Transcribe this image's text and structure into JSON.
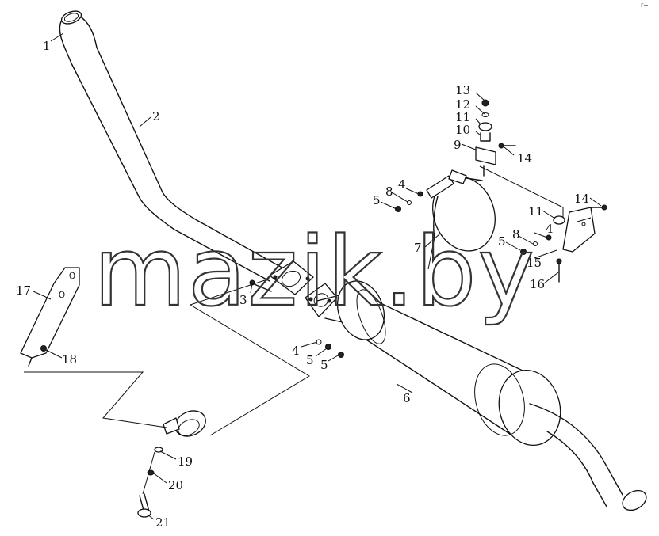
{
  "watermark": "mazik.by",
  "corner_mark": "r~",
  "callouts": [
    {
      "id": "c1",
      "label": "1"
    },
    {
      "id": "c2",
      "label": "2"
    },
    {
      "id": "c3",
      "label": "3"
    },
    {
      "id": "c4a",
      "label": "4"
    },
    {
      "id": "c4b",
      "label": "4"
    },
    {
      "id": "c4c",
      "label": "4"
    },
    {
      "id": "c5a",
      "label": "5"
    },
    {
      "id": "c5b",
      "label": "5"
    },
    {
      "id": "c5c",
      "label": "5"
    },
    {
      "id": "c5d",
      "label": "5"
    },
    {
      "id": "c6",
      "label": "6"
    },
    {
      "id": "c7",
      "label": "7"
    },
    {
      "id": "c8a",
      "label": "8"
    },
    {
      "id": "c8b",
      "label": "8"
    },
    {
      "id": "c9",
      "label": "9"
    },
    {
      "id": "c10",
      "label": "10"
    },
    {
      "id": "c11a",
      "label": "11"
    },
    {
      "id": "c11b",
      "label": "11"
    },
    {
      "id": "c12",
      "label": "12"
    },
    {
      "id": "c13",
      "label": "13"
    },
    {
      "id": "c14a",
      "label": "14"
    },
    {
      "id": "c14b",
      "label": "14"
    },
    {
      "id": "c15",
      "label": "15"
    },
    {
      "id": "c16",
      "label": "16"
    },
    {
      "id": "c17",
      "label": "17"
    },
    {
      "id": "c18",
      "label": "18"
    },
    {
      "id": "c19",
      "label": "19"
    },
    {
      "id": "c20",
      "label": "20"
    },
    {
      "id": "c21",
      "label": "21"
    }
  ]
}
